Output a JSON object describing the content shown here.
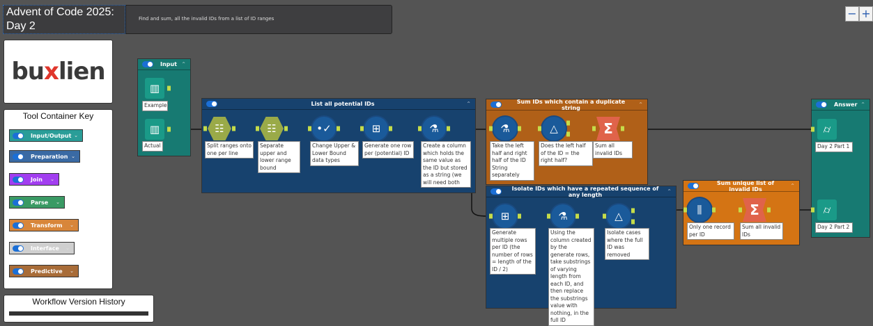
{
  "title": "Advent of Code 2025: Day 2",
  "description": "Find and sum, all the invalid IDs from a list of ID ranges",
  "logo": "buxlien",
  "key": {
    "title": "Tool Container Key",
    "items": [
      {
        "label": "Input/Output",
        "color": "#2a9d98"
      },
      {
        "label": "Preparation",
        "color": "#3a6aa4"
      },
      {
        "label": "Join",
        "color": "#a23ef0"
      },
      {
        "label": "Parse",
        "color": "#3a9a64"
      },
      {
        "label": "Transform",
        "color": "#d8863a"
      },
      {
        "label": "Interface",
        "color": "#cfcfcf"
      },
      {
        "label": "Predictive",
        "color": "#a86c38"
      }
    ]
  },
  "history": {
    "title": "Workflow Version History"
  },
  "zoom": {
    "out": "−",
    "in": "+"
  },
  "containers": [
    {
      "id": "input",
      "title": "Input",
      "color": "#177a72",
      "tools": [
        {
          "label": "Example",
          "icon": "book-icon"
        },
        {
          "label": "Actual",
          "icon": "book-icon"
        }
      ]
    },
    {
      "id": "list",
      "title": "List all potential IDs",
      "color": "#17426e",
      "tools": [
        {
          "label": "Split ranges onto one per line",
          "icon": "text-to-columns-icon"
        },
        {
          "label": "Separate upper and lower range bound",
          "icon": "text-to-columns-icon"
        },
        {
          "label": "Change Upper & Lower Bound data types",
          "icon": "select-icon"
        },
        {
          "label": "Generate one row per (potential) ID",
          "icon": "generate-rows-icon"
        },
        {
          "label": "Create a column which holds the same value as the ID but stored as a string (we will need both",
          "icon": "formula-icon"
        }
      ]
    },
    {
      "id": "dup",
      "title": "Sum IDs which contain a duplicate string",
      "color": "#b06018",
      "tools": [
        {
          "label": "Take the left half and right half of the ID String separately",
          "icon": "formula-icon"
        },
        {
          "label": "Does the left half of the ID = the right half?",
          "icon": "filter-icon"
        },
        {
          "label": "Sum all invalid IDs",
          "icon": "summarize-icon"
        }
      ]
    },
    {
      "id": "iso",
      "title": "Isolate IDs which have a repeated sequence of any length",
      "color": "#17426e",
      "tools": [
        {
          "label": "Generate multiple rows per ID (the number of rows = length of the ID / 2)",
          "icon": "generate-rows-icon"
        },
        {
          "label": "Using the column created by the generate rows, take substrings of varying length from each ID, and then replace the substrings value with nothing, in the full ID",
          "icon": "formula-icon"
        },
        {
          "label": "Isolate cases where the full ID was removed",
          "icon": "filter-icon"
        }
      ]
    },
    {
      "id": "uniq",
      "title": "Sum unique list of invalid IDs",
      "color": "#d47414",
      "tools": [
        {
          "label": "Only one record per ID",
          "icon": "unique-icon"
        },
        {
          "label": "Sum all invalid IDs",
          "icon": "summarize-icon"
        }
      ]
    },
    {
      "id": "ans",
      "title": "Answer",
      "color": "#177a72",
      "tools": [
        {
          "label": "Day 2 Part 1",
          "icon": "browse-icon"
        },
        {
          "label": "Day 2 Part 2",
          "icon": "browse-icon"
        }
      ]
    }
  ]
}
